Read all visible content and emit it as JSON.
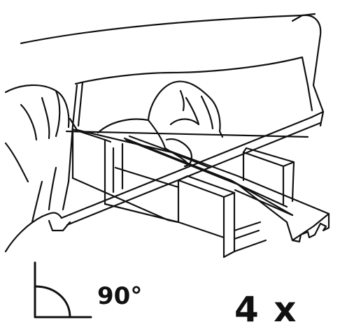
{
  "figure": {
    "subject": "hacksaw-cutting-rail-in-miter-box",
    "angle_icon": "right-angle-icon",
    "angle_label": "90°",
    "count_label": "4 x",
    "line_color": "#111111",
    "background_color": "#ffffff"
  }
}
